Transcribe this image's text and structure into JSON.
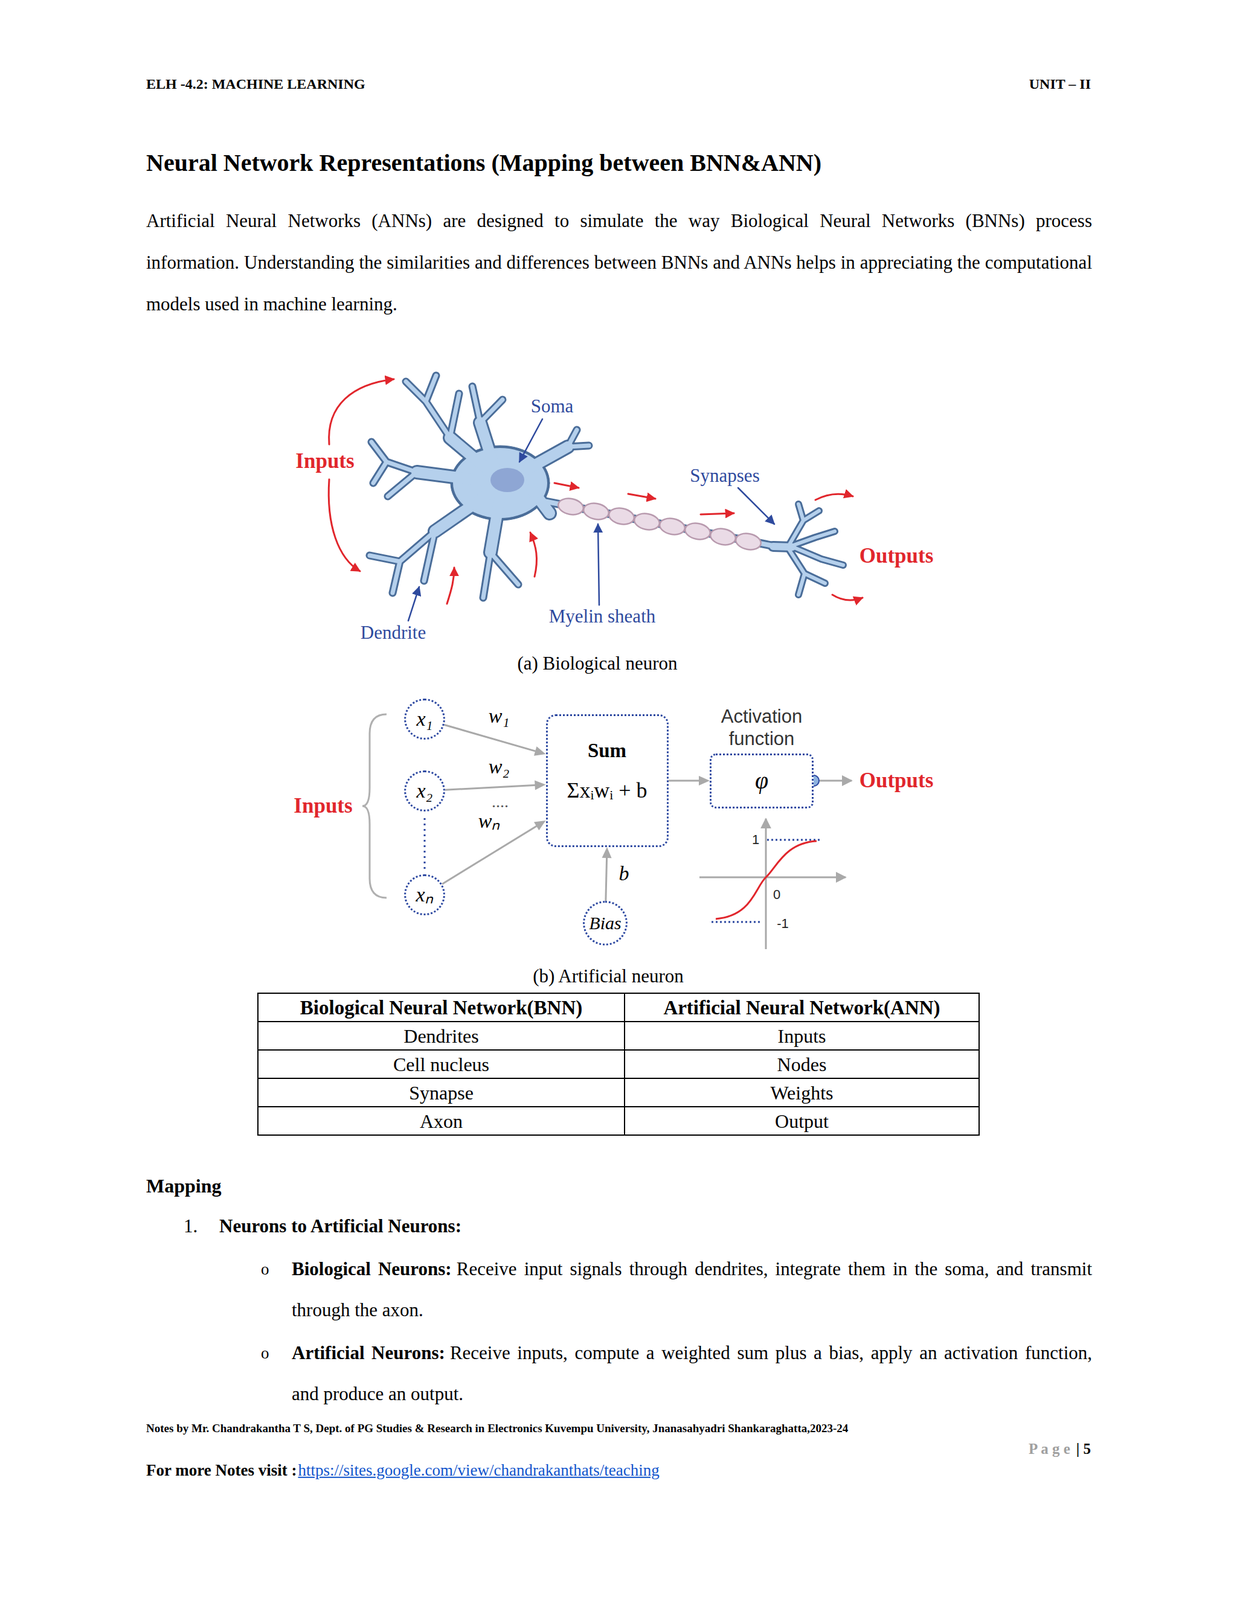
{
  "diagram": {
    "title": "Neural Network Representations (Mapping between BNN&ANN)",
    "nodes": [
      {
        "text": [
          "x₁"
        ]
      },
      {
        "text": [
          "x₂"
        ]
      },
      {
        "text": [
          "xₙ"
        ]
      },
      {
        "text": [
          "Sum",
          "Σxᵢwᵢ + b"
        ]
      },
      {
        "text": [
          "Activation function",
          "φ"
        ]
      },
      {
        "text": [
          "Bias"
        ]
      }
    ],
    "edges": [
      {
        "from": 0,
        "to": 3,
        "label": "w₁",
        "arrow": "to"
      },
      {
        "from": 1,
        "to": 3,
        "label": "w₂",
        "arrow": "to"
      },
      {
        "from": 2,
        "to": 3,
        "label": "wₙ",
        "arrow": "to"
      },
      {
        "from": 3,
        "to": 4,
        "arrow": "to"
      },
      {
        "from": 5,
        "to": 3,
        "label": "b",
        "arrow": "to"
      }
    ],
    "labels": [
      "ELH -4.2: MACHINE LEARNING",
      "UNIT – II",
      "Artificial Neural Networks (ANNs) are designed to simulate the way Biological Neural Networks (BNNs) process information. Understanding the similarities and differences between BNNs and ANNs helps in appreciating the computational models used in machine learning.",
      "Inputs",
      "Soma",
      "Synapses",
      "Outputs",
      "Dendrite",
      "Myelin sheath",
      "(a) Biological neuron",
      "Inputs",
      "....",
      "Outputs",
      "1",
      "0",
      "-1",
      "(b) Artificial neuron",
      "Biological Neural Network(BNN)",
      "Artificial Neural Network(ANN)",
      "Dendrites",
      "Inputs",
      "Cell nucleus",
      "Nodes",
      "Synapse",
      "Weights",
      "Axon",
      "Output",
      "Mapping",
      "1.",
      "Neurons to Artificial Neurons:",
      "o",
      "Biological Neurons:",
      "Receive input signals through dendrites, integrate them in the soma, and transmit through the axon.",
      "o",
      "Artificial Neurons:",
      "Receive inputs, compute a weighted sum plus a bias, apply an activation function, and produce an output.",
      "Notes by Mr. Chandrakantha T S, Dept. of PG Studies & Research in Electronics Kuvempu University, Jnanasahyadri Shankaraghatta,2023-24",
      "P a g e",
      "| 5",
      "For more Notes visit :",
      "https://sites.google.com/view/chandrakanthats/teaching"
    ]
  }
}
